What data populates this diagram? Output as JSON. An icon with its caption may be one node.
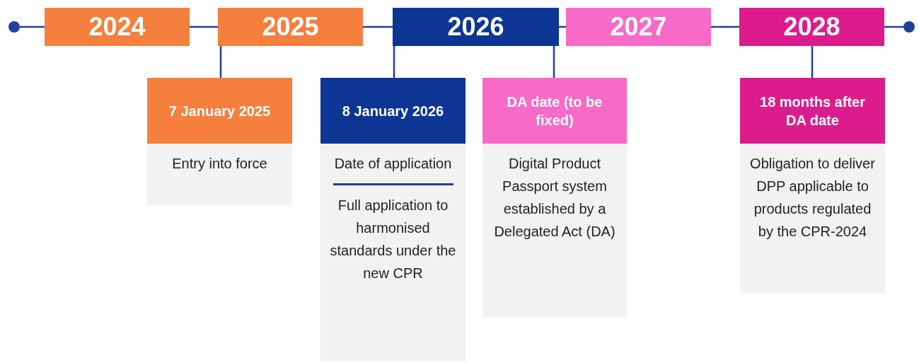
{
  "diagram": {
    "nodes": [
      {
        "text": [],
        "shape": "circle"
      },
      {
        "text": [
          "2024"
        ]
      },
      {
        "text": [
          "2025"
        ]
      },
      {
        "text": [
          "2026"
        ]
      },
      {
        "text": [
          "2027"
        ]
      },
      {
        "text": [
          "2028"
        ]
      },
      {
        "text": [],
        "shape": "circle"
      },
      {
        "text": [
          "7 January 2025",
          "Entry into force"
        ]
      },
      {
        "text": [
          "8 January 2026",
          "Date of application",
          "Full application to harmonised standards under the new CPR"
        ]
      },
      {
        "text": [
          "DA date (to be fixed)",
          "Digital Product Passport system established by a Delegated Act (DA)"
        ]
      },
      {
        "text": [
          "18 months after DA date",
          "Obligation to deliver DPP applicable to products regulated by the CPR-2024"
        ]
      }
    ],
    "edges": [
      {
        "from": 0,
        "to": 1,
        "arrow": "none"
      },
      {
        "from": 1,
        "to": 2,
        "arrow": "none"
      },
      {
        "from": 2,
        "to": 3,
        "arrow": "none"
      },
      {
        "from": 3,
        "to": 4,
        "arrow": "none"
      },
      {
        "from": 4,
        "to": 5,
        "arrow": "none"
      },
      {
        "from": 5,
        "to": 6,
        "arrow": "none"
      },
      {
        "from": 2,
        "to": 7,
        "arrow": "none"
      },
      {
        "from": 3,
        "to": 8,
        "arrow": "none"
      },
      {
        "from": 3,
        "to": 9,
        "arrow": "none"
      },
      {
        "from": 5,
        "to": 10,
        "arrow": "none"
      }
    ]
  }
}
